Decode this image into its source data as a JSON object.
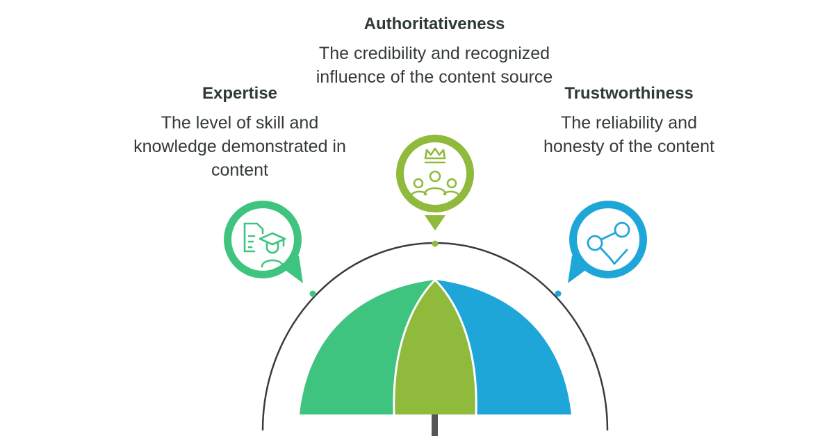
{
  "pillars": {
    "expertise": {
      "title": "Expertise",
      "description": "The level of skill and knowledge demonstrated in content",
      "color": "#3fc47f",
      "icon": "graduate-document-icon"
    },
    "authoritativeness": {
      "title": "Authoritativeness",
      "description": "The credibility and recognized influence of the content source",
      "color": "#8fba3c",
      "icon": "crown-group-icon"
    },
    "trustworthiness": {
      "title": "Trustworthiness",
      "description": "The reliability and honesty of the content",
      "color": "#1fa6d8",
      "icon": "share-check-icon"
    }
  },
  "colors": {
    "arc": "#3a3a3a",
    "text": "#2f3a34",
    "handle": "#555555"
  }
}
